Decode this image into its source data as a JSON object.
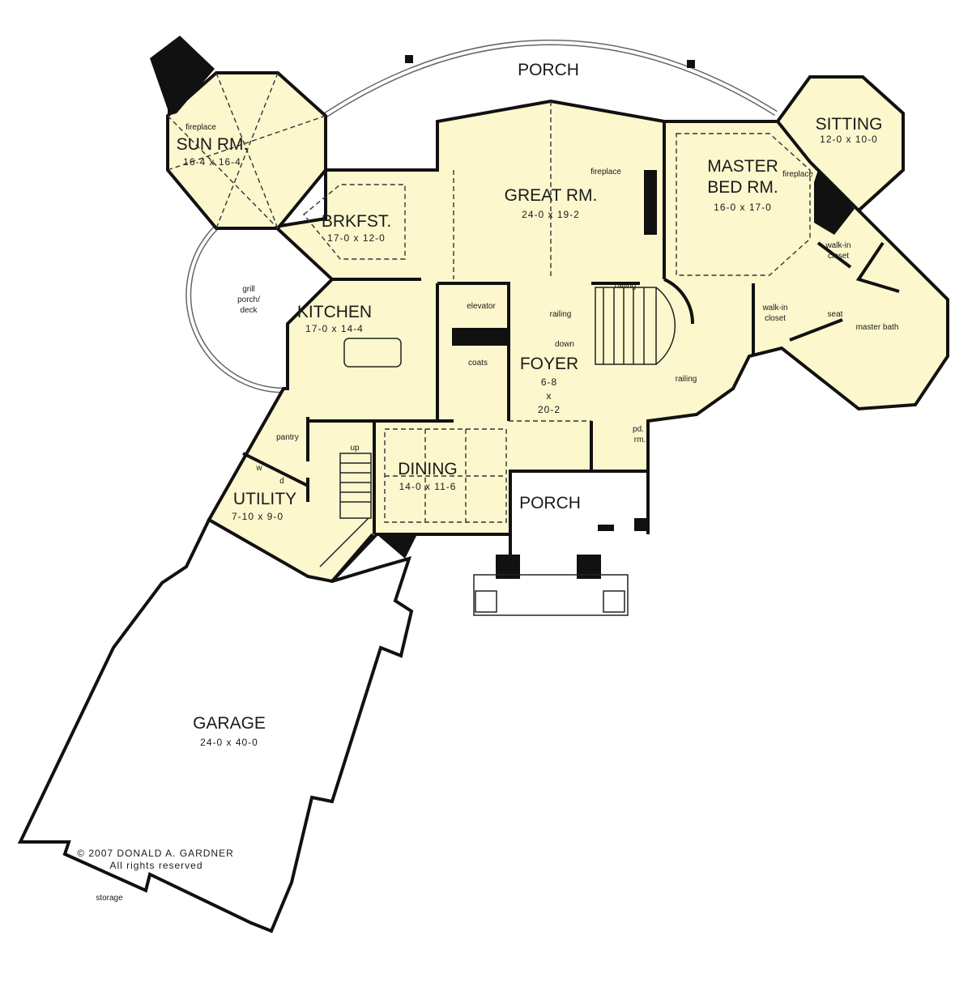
{
  "rooms": {
    "porch_rear": {
      "name": "PORCH"
    },
    "sun_room": {
      "name": "SUN RM.",
      "dims": "16-4 x 16-4",
      "note": "fireplace"
    },
    "breakfast": {
      "name": "BRKFST.",
      "dims": "17-0 x 12-0"
    },
    "grill_porch": {
      "line1": "grill",
      "line2": "porch/",
      "line3": "deck"
    },
    "great_room": {
      "name": "GREAT RM.",
      "dims": "24-0 x 19-2",
      "note": "fireplace"
    },
    "master_bed": {
      "line1": "MASTER",
      "line2": "BED RM.",
      "dims": "16-0 x 17-0",
      "note": "fireplace"
    },
    "sitting": {
      "name": "SITTING",
      "dims": "12-0 x 10-0"
    },
    "walk_in_closet_1": {
      "line1": "walk-in",
      "line2": "closet"
    },
    "walk_in_closet_2": {
      "line1": "walk-in",
      "line2": "closet"
    },
    "master_bath": {
      "name": "master bath",
      "seat": "seat"
    },
    "stair_labels": {
      "railing_top": "railing",
      "railing_left": "railing",
      "down": "down",
      "railing_right": "railing",
      "up": "up"
    },
    "elevator": {
      "name": "elevator"
    },
    "coats": {
      "name": "coats"
    },
    "kitchen": {
      "name": "KITCHEN",
      "dims": "17-0 x 14-4"
    },
    "foyer": {
      "name": "FOYER",
      "dim1": "6-8",
      "dimx": "x",
      "dim2": "20-2"
    },
    "powder_room": {
      "line1": "pd.",
      "line2": "rm."
    },
    "pantry": {
      "name": "pantry"
    },
    "dining": {
      "name": "DINING",
      "dims": "14-0 x 11-6"
    },
    "utility": {
      "name": "UTILITY",
      "dims": "7-10 x 9-0",
      "w": "w",
      "d": "d"
    },
    "porch_front": {
      "name": "PORCH"
    },
    "garage": {
      "name": "GARAGE",
      "dims": "24-0 x 40-0",
      "storage": "storage"
    }
  },
  "copyright": {
    "line1": "© 2007 DONALD A. GARDNER",
    "line2": "All rights reserved"
  },
  "colors": {
    "floor": "#fcf7cd",
    "wall": "#111111",
    "background": "#ffffff"
  }
}
